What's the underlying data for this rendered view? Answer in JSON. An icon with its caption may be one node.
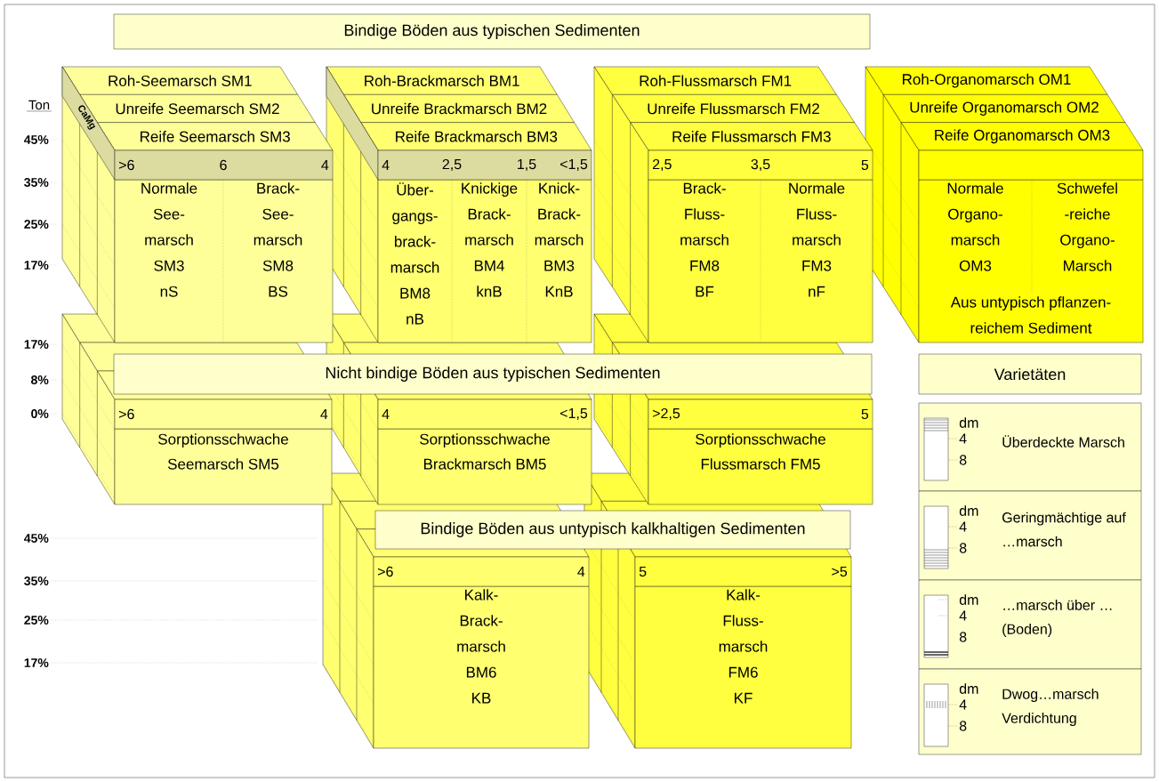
{
  "diagram": {
    "nodes": [
      {
        "text": [
          "Bindige Böden aus typischen Sedimenten"
        ]
      },
      {
        "text": [
          "Roh-Seemarsch SM1",
          "Unreife Seemarsch SM2",
          "Reife Seemarsch SM3",
          ">6",
          "6",
          "4",
          "Normale See- marsch SM3 nS",
          "Brack- See- marsch SM8 BS"
        ]
      },
      {
        "text": [
          "Roh-Brackmarsch BM1",
          "Unreife Brackmarsch BM2",
          "Reife Brackmarsch BM3",
          "4",
          "2,5",
          "1,5",
          "<1,5",
          "Über- gangs- brack- marsch BM8 nB",
          "Knickige Brack- marsch BM4 knB",
          "Knick- Brack- marsch BM3 KnB"
        ]
      },
      {
        "text": [
          "Roh-Flussmarsch FM1",
          "Unreife Flussmarsch FM2",
          "Reife Flussmarsch FM3",
          "2,5",
          "3,5",
          "5",
          "Brack- Fluss- marsch FM8 BF",
          "Normale Fluss- marsch FM3 nF"
        ]
      },
      {
        "text": [
          "Roh-Organomarsch OM1",
          "Unreife Organomarsch OM2",
          "Reife Organomarsch OM3",
          "Normale Organo- marsch OM3",
          "Schwefel -reiche Organo- Marsch",
          "Aus untypisch pflanzen- reichem Sediment"
        ]
      },
      {
        "text": [
          "Nicht bindige Böden aus typischen Sedimenten"
        ]
      },
      {
        "text": [
          "Varietäten"
        ]
      },
      {
        "text": [
          ">6",
          "4",
          "Sorptionsschwache Seemarsch SM5"
        ]
      },
      {
        "text": [
          "4",
          "<1,5",
          "Sorptionsschwache Brackmarsch BM5"
        ]
      },
      {
        "text": [
          ">2,5",
          "5",
          "Sorptionsschwache Flussmarsch FM5"
        ]
      },
      {
        "text": [
          "Bindige Böden aus untypisch kalkhaltigen Sedimenten"
        ]
      },
      {
        "text": [
          ">6",
          "4",
          "Kalk- Brack- marsch BM6 KB"
        ]
      },
      {
        "text": [
          "5",
          ">5",
          "Kalk- Fluss- marsch FM6 KF"
        ]
      },
      {
        "text": [
          "dm",
          "4",
          "8",
          "Überdeckte Marsch"
        ]
      },
      {
        "text": [
          "dm",
          "4",
          "8",
          "Geringmächtige auf …marsch"
        ]
      },
      {
        "text": [
          "dm",
          "4",
          "8",
          "…marsch über … (Boden)"
        ]
      },
      {
        "text": [
          "dm",
          "4",
          "8",
          "Dwog…marsch Verdichtung"
        ]
      }
    ],
    "labels": [
      "Ton",
      "CaMg",
      "45%",
      "35%",
      "25%",
      "17%",
      "17%",
      "8%",
      "0%",
      "45%",
      "35%",
      "25%",
      "17%"
    ]
  }
}
